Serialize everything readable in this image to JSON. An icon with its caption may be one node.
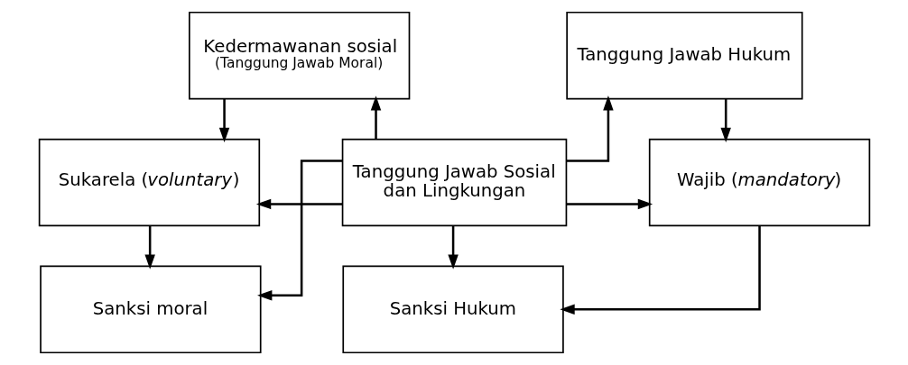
{
  "diagram": {
    "nodes": [
      {
        "text": [
          "Kedermawanan sosial",
          "(Tanggung Jawab Moral)"
        ]
      },
      {
        "text": [
          "Sukarela (*voluntary*)"
        ]
      },
      {
        "text": [
          "Sanksi moral"
        ]
      },
      {
        "text": [
          "Tanggung Jawab Sosial dan Lingkungan"
        ]
      },
      {
        "text": [
          "Tanggung Jawab Hukum"
        ]
      },
      {
        "text": [
          "Wajib (*mandatory*)"
        ]
      },
      {
        "text": [
          "Sanksi Hukum"
        ]
      }
    ],
    "edges": [
      {
        "from": 3,
        "to": 0,
        "arrow": "to"
      },
      {
        "from": 3,
        "to": 1,
        "arrow": "to"
      },
      {
        "from": 3,
        "to": 2,
        "arrow": "to"
      },
      {
        "from": 3,
        "to": 4,
        "arrow": "to"
      },
      {
        "from": 3,
        "to": 5,
        "arrow": "to"
      },
      {
        "from": 3,
        "to": 6,
        "arrow": "to"
      },
      {
        "from": 0,
        "to": 1,
        "arrow": "to"
      },
      {
        "from": 1,
        "to": 2,
        "arrow": "to"
      },
      {
        "from": 4,
        "to": 5,
        "arrow": "to"
      },
      {
        "from": 5,
        "to": 6,
        "arrow": "to"
      }
    ]
  }
}
